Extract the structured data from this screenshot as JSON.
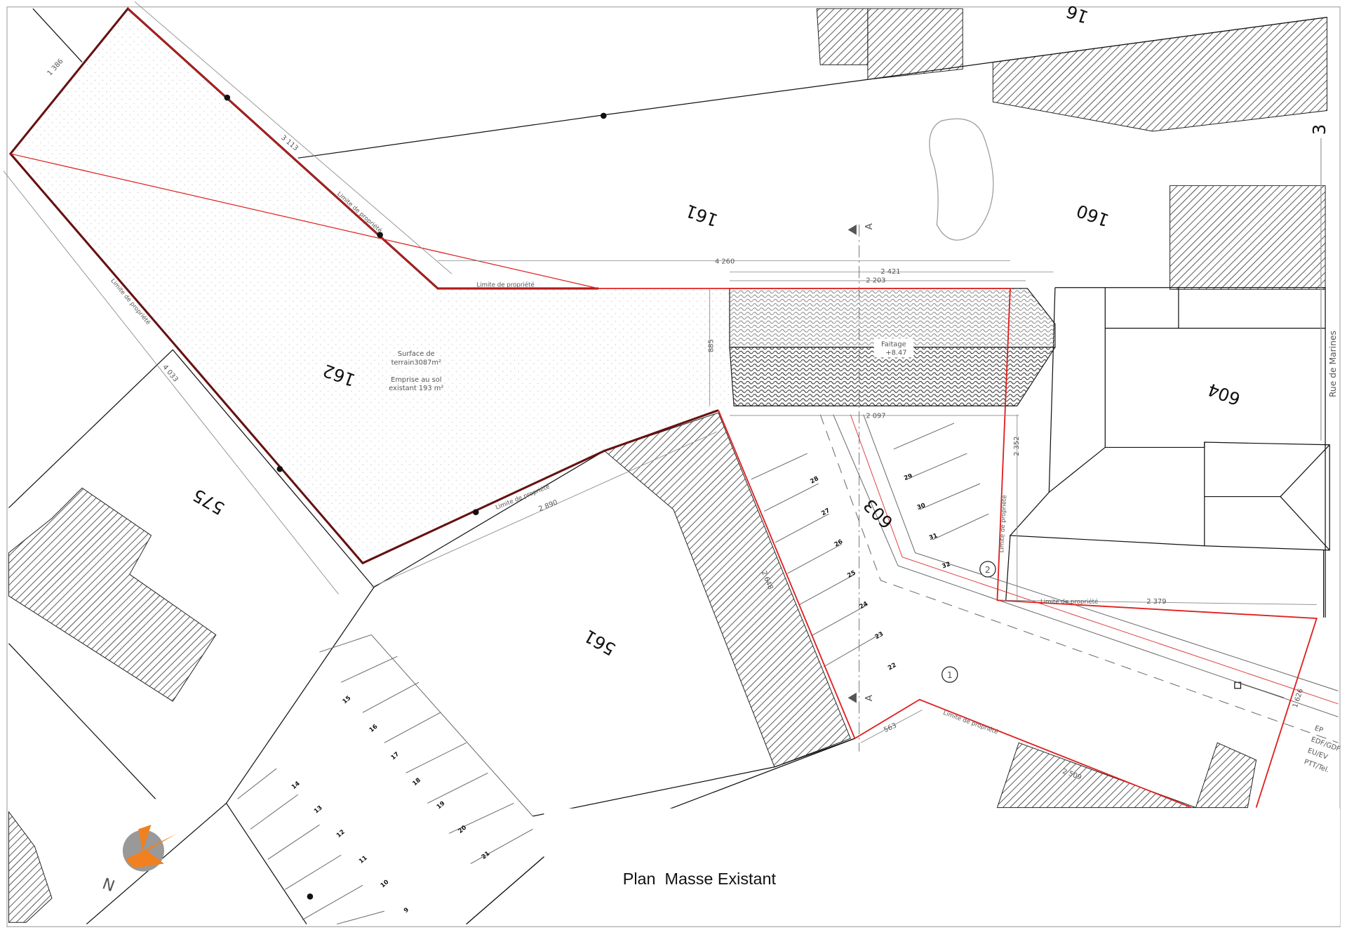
{
  "title": "Plan  Masse Existant",
  "street": "Rue de Marines",
  "parcels": [
    "162",
    "161",
    "160",
    "575",
    "561",
    "603",
    "604",
    "16",
    "3"
  ],
  "site_info": {
    "surface_line1": "Surface de",
    "surface_line2": "terrain3087m²",
    "emprise_line1": "Emprise au sol",
    "emprise_line2": "existant 193 m²"
  },
  "ridge": {
    "label": "Faitage",
    "value": "+8.47"
  },
  "property_limit": "Limite de propriété",
  "dimensions": [
    "1 386",
    "3 113",
    "4 033",
    "4 260",
    "2 421",
    "2 203",
    "885",
    "2 097",
    "2 352",
    "2 890",
    "2 648",
    "2 379",
    "1 626",
    "563",
    "2 509"
  ],
  "parking_numbers": [
    "9",
    "10",
    "11",
    "12",
    "13",
    "14",
    "15",
    "16",
    "17",
    "18",
    "19",
    "20",
    "21",
    "22",
    "23",
    "24",
    "25",
    "26",
    "27",
    "28",
    "29",
    "30",
    "31",
    "32"
  ],
  "section_marker": "A",
  "viewpoints": [
    "1",
    "2"
  ],
  "north": "N",
  "networks": [
    {
      "label": "EP",
      "color": "#555555"
    },
    {
      "label": "EDF/GDF",
      "color": "#ff6b6b"
    },
    {
      "label": "EU/EV",
      "color": "#bbbbbb"
    },
    {
      "label": "PTT/Tel.",
      "color": "#666666"
    }
  ],
  "colors": {
    "boundary": "#e02020",
    "north_arrow": "#f08020"
  }
}
